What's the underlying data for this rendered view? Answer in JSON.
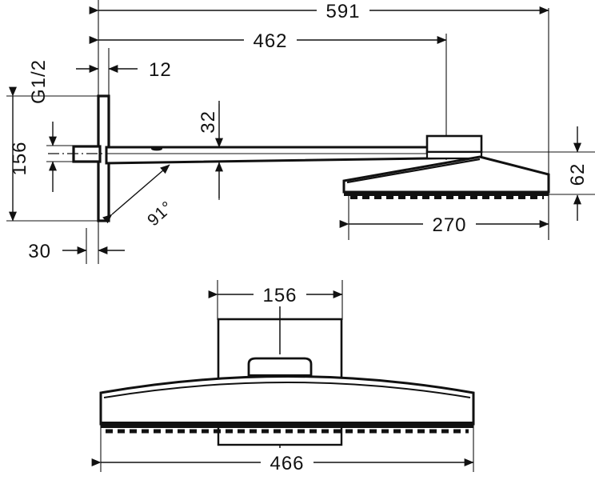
{
  "drawing": {
    "title": "Wall-mounted rainfall shower head dimensional drawing",
    "units": "mm",
    "line_color": "#111111",
    "background_color": "#ffffff",
    "views": [
      {
        "name": "side-elevation-view",
        "description": "Side section showing wall flange, shower arm and shower head"
      },
      {
        "name": "front-bottom-view",
        "description": "Front view showing wall plate and shower head underside with spray face"
      }
    ]
  },
  "dimensions": {
    "overall_projection": {
      "label": "591",
      "value": 591,
      "orientation": "horizontal",
      "view": "side-elevation-view"
    },
    "arm_length": {
      "label": "462",
      "value": 462,
      "orientation": "horizontal",
      "view": "side-elevation-view"
    },
    "flange_thickness": {
      "label": "12",
      "value": 12,
      "orientation": "horizontal",
      "view": "side-elevation-view"
    },
    "arm_height": {
      "label": "32",
      "value": 32,
      "orientation": "vertical",
      "view": "side-elevation-view"
    },
    "plate_height": {
      "label": "156",
      "value": 156,
      "orientation": "vertical",
      "view": "side-elevation-view"
    },
    "wall_offset": {
      "label": "30",
      "value": 30,
      "orientation": "horizontal",
      "view": "side-elevation-view"
    },
    "head_depth": {
      "label": "270",
      "value": 270,
      "orientation": "horizontal",
      "view": "side-elevation-view"
    },
    "head_height": {
      "label": "62",
      "value": 62,
      "orientation": "vertical",
      "view": "side-elevation-view"
    },
    "plate_width": {
      "label": "156",
      "value": 156,
      "orientation": "horizontal",
      "view": "front-bottom-view"
    },
    "head_width": {
      "label": "466",
      "value": 466,
      "orientation": "horizontal",
      "view": "front-bottom-view"
    }
  },
  "annotations": {
    "thread_spec": {
      "label": "G1/2",
      "rotated": true,
      "view": "side-elevation-view"
    },
    "angle": {
      "label": "91°",
      "value": 91,
      "unit": "degrees",
      "view": "side-elevation-view"
    }
  }
}
